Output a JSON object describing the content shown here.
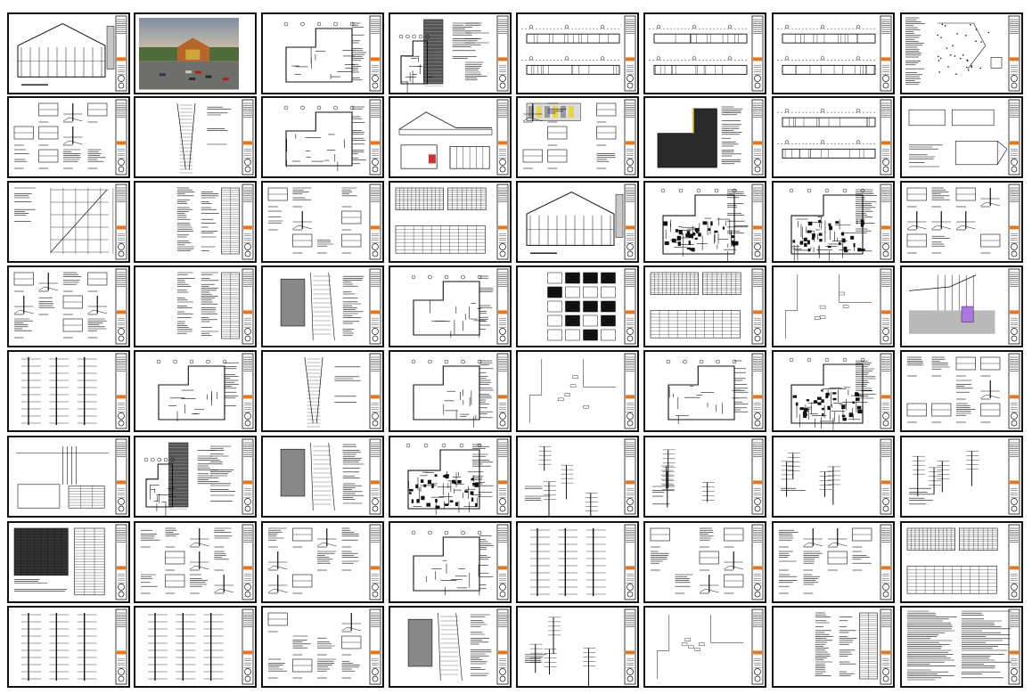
{
  "view": {
    "mode": "sheet-thumbnail-grid",
    "columns": 8,
    "rows": 8
  },
  "colors": {
    "ink": "#111111",
    "paper": "#ffffff",
    "accent_orange": "#e8751a",
    "accent_yellow": "#e8d64a",
    "accent_blue": "#3a72c9",
    "gray_fill": "#c8c8c8",
    "dark_fill": "#2a2a2a"
  },
  "sheets": [
    {
      "kind": "elevation-render"
    },
    {
      "kind": "photo"
    },
    {
      "kind": "plan"
    },
    {
      "kind": "plan-dark"
    },
    {
      "kind": "elevation-long"
    },
    {
      "kind": "elevation-long"
    },
    {
      "kind": "elevation-long"
    },
    {
      "kind": "site-notes"
    },
    {
      "kind": "details"
    },
    {
      "kind": "site-strip"
    },
    {
      "kind": "plan"
    },
    {
      "kind": "elevation-section"
    },
    {
      "kind": "details-color"
    },
    {
      "kind": "plan-dark-yellow"
    },
    {
      "kind": "elevation-long"
    },
    {
      "kind": "sections"
    },
    {
      "kind": "grid-plan"
    },
    {
      "kind": "notes"
    },
    {
      "kind": "details"
    },
    {
      "kind": "schedule-table"
    },
    {
      "kind": "elevation-render"
    },
    {
      "kind": "plan-hatched"
    },
    {
      "kind": "plan-hatched"
    },
    {
      "kind": "details"
    },
    {
      "kind": "details"
    },
    {
      "kind": "notes"
    },
    {
      "kind": "site-plan"
    },
    {
      "kind": "plan"
    },
    {
      "kind": "details-dense"
    },
    {
      "kind": "schedule-table"
    },
    {
      "kind": "plan-sparse"
    },
    {
      "kind": "section-color"
    },
    {
      "kind": "section-tall"
    },
    {
      "kind": "plan"
    },
    {
      "kind": "site-strip"
    },
    {
      "kind": "plan"
    },
    {
      "kind": "plan-sparse"
    },
    {
      "kind": "plan"
    },
    {
      "kind": "plan-hatched"
    },
    {
      "kind": "details"
    },
    {
      "kind": "riser"
    },
    {
      "kind": "plan-dark"
    },
    {
      "kind": "site-plan"
    },
    {
      "kind": "plan-hatched"
    },
    {
      "kind": "details-sparse"
    },
    {
      "kind": "details-sparse"
    },
    {
      "kind": "details-sparse"
    },
    {
      "kind": "details-sparse"
    },
    {
      "kind": "schedule-dark"
    },
    {
      "kind": "details"
    },
    {
      "kind": "details"
    },
    {
      "kind": "plan"
    },
    {
      "kind": "section-tall"
    },
    {
      "kind": "details"
    },
    {
      "kind": "details"
    },
    {
      "kind": "schedule-table"
    },
    {
      "kind": "section-tall"
    },
    {
      "kind": "section-tall"
    },
    {
      "kind": "details"
    },
    {
      "kind": "site-plan"
    },
    {
      "kind": "details-sparse"
    },
    {
      "kind": "plan-sparse"
    },
    {
      "kind": "notes"
    },
    {
      "kind": "notes-dense"
    }
  ]
}
